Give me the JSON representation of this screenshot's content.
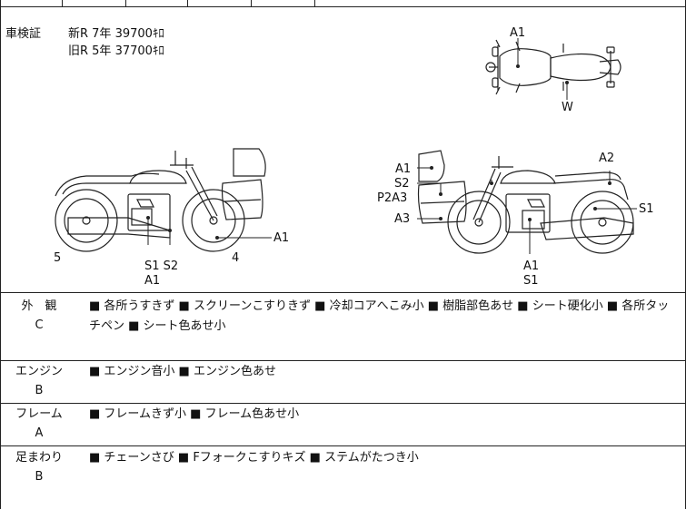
{
  "inspection": {
    "label": "車検証",
    "new_line": "新R 7年 39700ｷﾛ",
    "old_line": "旧R 5年 37700ｷﾛ"
  },
  "diagrams": {
    "top_view": {
      "a1": "A1",
      "w": "W"
    },
    "left_side": {
      "a1": "A1",
      "s1s2": "S1 S2",
      "a1_bottom": "A1",
      "num5": "5",
      "num4": "4"
    },
    "right_side": {
      "a1_top": "A1",
      "s2": "S2",
      "p2a3": "P2A3",
      "a3": "A3",
      "a2": "A2",
      "s1": "S1",
      "a1_bottom": "A1",
      "s1_bottom": "S1"
    }
  },
  "sections": [
    {
      "name": "外観",
      "label_top": "外　観",
      "grade": "C",
      "notes": "■ 各所うすきず ■ スクリーンこすりきず ■ 冷却コアへこみ小 ■ 樹脂部色あせ ■ シート硬化小 ■ 各所タッチペン ■ シート色あせ小"
    },
    {
      "name": "エンジン",
      "label_top": "エンジン",
      "grade": "B",
      "notes": "■ エンジン音小 ■ エンジン色あせ"
    },
    {
      "name": "フレーム",
      "label_top": "フレーム",
      "grade": "A",
      "notes": "■ フレームきず小 ■ フレーム色あせ小"
    },
    {
      "name": "足まわり",
      "label_top": "足まわり",
      "grade": "B",
      "notes": "■ チェーンさび ■ Fフォークこすりキズ ■ ステムがたつき小"
    }
  ]
}
